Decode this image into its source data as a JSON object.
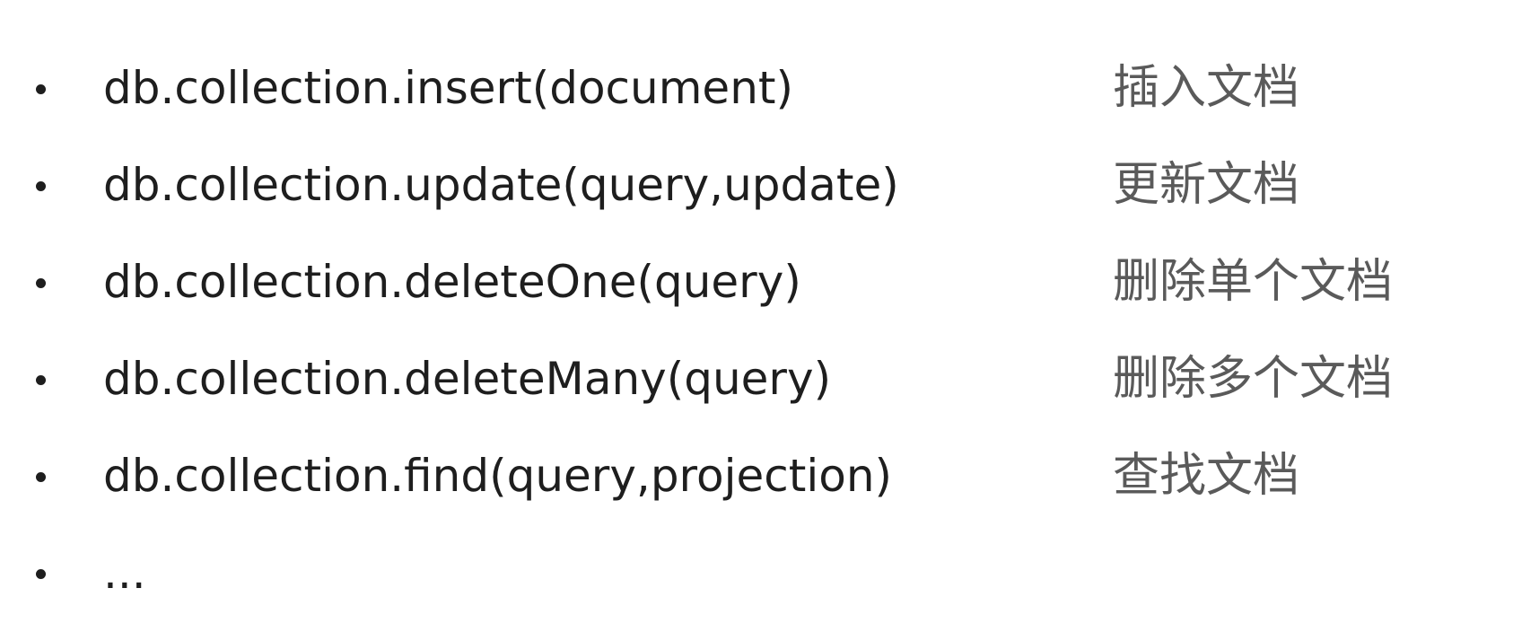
{
  "items": [
    {
      "method": "db.collection.insert(document)",
      "description": "插入文档"
    },
    {
      "method": "db.collection.update(query,update)",
      "description": "更新文档"
    },
    {
      "method": "db.collection.deleteOne(query)",
      "description": "删除单个文档"
    },
    {
      "method": "db.collection.deleteMany(query)",
      "description": "删除多个文档"
    },
    {
      "method": "db.collection.find(query,projection)",
      "description": "查找文档"
    },
    {
      "method": "...",
      "description": ""
    }
  ]
}
